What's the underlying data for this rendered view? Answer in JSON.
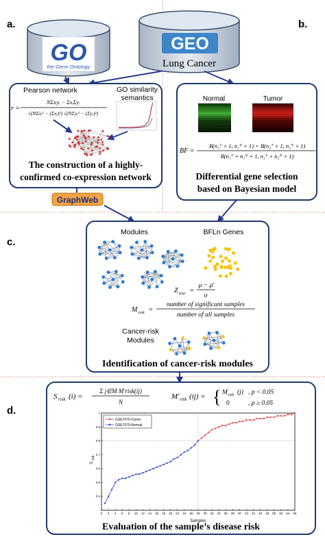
{
  "panels": {
    "a": "a.",
    "b": "b.",
    "c": "c.",
    "d": "d."
  },
  "databases": {
    "go": {
      "logo": "GO",
      "caption": "the Gene Ontology"
    },
    "geo": {
      "logo": "GEO",
      "label": "Lung Cancer"
    }
  },
  "box_a": {
    "pearson_title": "Pearson network",
    "semantics_title_1": "GO similarity",
    "semantics_title_2": "semantics",
    "caption_1": "The construction of a highly-",
    "caption_2": "confirmed co-expression network",
    "formula": {
      "lhs": "r =",
      "num": "NΣxᵢyᵢ − ΣxᵢΣyᵢ",
      "den": "√(NΣxᵢ² − (Σxᵢ)²) √(NΣyᵢ² − (Σyᵢ)²)"
    }
  },
  "box_b": {
    "normal": "Normal",
    "tumor": "Tumor",
    "caption_1": "Differential gene selection",
    "caption_2": "based on Bayesian model",
    "formula": {
      "lhs": "BF =",
      "num": "B(n₁ᵀ + 1, n₁ᴺ + 1) × B(n₂ᵀ + 1, n₂ᴺ + 1)",
      "den": "B(n₁ᵀ + n₁ᴺ + 1, n₂ᵀ + n₂ᴺ + 1)"
    }
  },
  "graphweb": "GraphWeb",
  "box_c": {
    "modules": "Modules",
    "bfln": "BFLn Genes",
    "ztest": {
      "lhs": "Z",
      "sub": "test",
      "num": "μ − μ̄",
      "den": "σ"
    },
    "mrisk": {
      "lhs": "M",
      "sub": "risk",
      "num": "number of significant samples",
      "den": "number of all samples"
    },
    "cancer_risk_1": "Cancer-risk",
    "cancer_risk_2": "Modules",
    "caption": "Identification of cancer-risk modules"
  },
  "box_d": {
    "srisk": {
      "lhs": "S",
      "sub": "risk",
      "arg": "(i) =",
      "num": "Σ j∈M M′risk(ij)",
      "den": "N"
    },
    "mprime": {
      "lhs": "M′",
      "sub": "risk",
      "arg": "(ij) =",
      "case1_val": "M",
      "case1_sub": "risk",
      "case1_arg": "(j)",
      "case1_cond": ", p < 0.05",
      "case2_val": "0",
      "case2_cond": ", p ≥ 0.05"
    },
    "caption": "Evaluation of the sample’s disease risk"
  },
  "chart_data": {
    "type": "line",
    "xlabel": "Samples",
    "ylabel": "S",
    "ylabel_sub": "risk",
    "xlim": [
      0,
      56
    ],
    "ylim": [
      0.3,
      1.0
    ],
    "xticks": [
      0,
      2,
      4,
      6,
      8,
      10,
      12,
      14,
      16,
      18,
      20,
      22,
      24,
      26,
      28,
      30,
      32,
      34,
      36,
      38,
      40,
      42,
      44,
      46,
      48,
      50,
      52,
      54,
      56
    ],
    "yticks": [
      0.3,
      0.4,
      0.5,
      0.6,
      0.7,
      0.8,
      0.9,
      1.0
    ],
    "ytick_labels": [
      "",
      "0.4",
      "0.5",
      "0.6",
      "0.7",
      "0.8",
      "0.9",
      "1"
    ],
    "threshold": {
      "x": 28,
      "y": 0.8
    },
    "series": [
      {
        "name": "GSE7670-Tumor",
        "color": "#e03a3a",
        "x": [
          28,
          29,
          30,
          31,
          32,
          33,
          34,
          35,
          36,
          37,
          38,
          39,
          40,
          41,
          42,
          43,
          44,
          45,
          46,
          47,
          48,
          49,
          50,
          51,
          52,
          53,
          54,
          55,
          56
        ],
        "y": [
          0.8,
          0.82,
          0.84,
          0.86,
          0.88,
          0.89,
          0.9,
          0.91,
          0.91,
          0.92,
          0.93,
          0.93,
          0.94,
          0.94,
          0.95,
          0.95,
          0.95,
          0.96,
          0.96,
          0.96,
          0.97,
          0.97,
          0.97,
          0.98,
          0.98,
          0.98,
          0.99,
          0.99,
          1.0
        ]
      },
      {
        "name": "GSE7670-Normal",
        "color": "#2a3fd0",
        "x": [
          1,
          2,
          3,
          4,
          5,
          6,
          7,
          8,
          9,
          10,
          11,
          12,
          13,
          14,
          15,
          16,
          17,
          18,
          19,
          20,
          21,
          22,
          23,
          24,
          25,
          26,
          27,
          28
        ],
        "y": [
          0.35,
          0.4,
          0.45,
          0.5,
          0.52,
          0.53,
          0.53,
          0.54,
          0.55,
          0.56,
          0.56,
          0.57,
          0.58,
          0.59,
          0.6,
          0.61,
          0.62,
          0.63,
          0.64,
          0.65,
          0.67,
          0.68,
          0.7,
          0.72,
          0.73,
          0.75,
          0.77,
          0.8
        ]
      }
    ],
    "legend_position": "top-left"
  }
}
